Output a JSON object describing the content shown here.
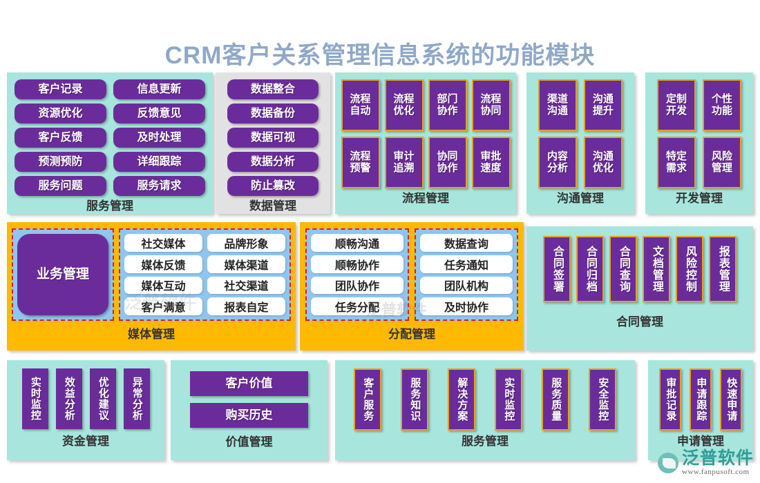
{
  "title": "CRM客户关系管理信息系统的功能模块",
  "logo": {
    "name": "泛普软件",
    "url": "www.fanpusoft.com"
  },
  "watermarks": {
    "center": "泛普软件",
    "center2": "泛普软件"
  },
  "panels": {
    "service": {
      "label": "服务管理",
      "items": [
        "客户记录",
        "信息更新",
        "资源优化",
        "反馈意见",
        "客户反馈",
        "及时处理",
        "预测预防",
        "详细跟踪",
        "服务问题",
        "服务请求"
      ]
    },
    "data": {
      "label": "数据管理",
      "items": [
        "数据整合",
        "数据备份",
        "数据可视",
        "数据分析",
        "防止篡改"
      ]
    },
    "process": {
      "label": "流程管理",
      "items": [
        "流程自动",
        "流程优化",
        "部门协作",
        "流程协同",
        "流程预警",
        "审计追溯",
        "协同协作",
        "审批速度"
      ]
    },
    "communication": {
      "label": "沟通管理",
      "items": [
        "渠道沟通",
        "沟通提升",
        "内容分析",
        "沟通优化"
      ]
    },
    "development": {
      "label": "开发管理",
      "items": [
        "定制开发",
        "个性功能",
        "特定需求",
        "风险管理"
      ]
    },
    "media": {
      "label": "媒体管理",
      "business_label": "业务管理",
      "items": [
        "社交媒体",
        "品牌形象",
        "媒体反馈",
        "媒体渠道",
        "媒体互动",
        "社交渠道",
        "客户满意",
        "报表自定"
      ]
    },
    "assignment": {
      "label": "分配管理",
      "left_items": [
        "顺畅沟通",
        "顺畅协作",
        "团队协作",
        "任务分配"
      ],
      "right_items": [
        "数据查询",
        "任务通知",
        "团队机构",
        "及时协作"
      ]
    },
    "contract": {
      "label": "合同管理",
      "items": [
        "合同签署",
        "合同归档",
        "合同查询",
        "文档管理",
        "风险控制",
        "报表管理"
      ]
    },
    "fund": {
      "label": "资金管理",
      "items": [
        "实时监控",
        "效益分析",
        "优化建议",
        "异常分析"
      ]
    },
    "value": {
      "label": "价值管理",
      "items": [
        "客户价值",
        "购买历史"
      ]
    },
    "service2": {
      "label": "服务管理",
      "items": [
        "客户服务",
        "服务知识",
        "解决方案",
        "实时监控",
        "服务质量",
        "安全监控"
      ]
    },
    "apply": {
      "label": "申请管理",
      "items": [
        "审批记录",
        "申请跟踪",
        "快速申请"
      ]
    }
  },
  "colors": {
    "purple": "#6b2c9b",
    "mint": "#a8e6dd",
    "gray": "#e2e2e2",
    "orange": "#ffb900",
    "gold_border": "#e8a020",
    "blue_box": "#8ec6f0",
    "dashed_red": "#e01b1b",
    "title": "#8fa8c8",
    "brand": "#2f9e96"
  }
}
